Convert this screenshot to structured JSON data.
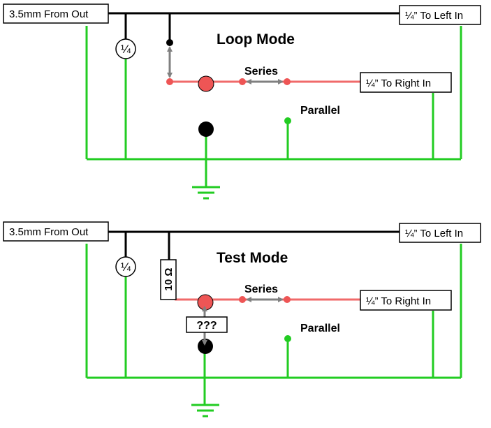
{
  "colors": {
    "black_wire": "#000000",
    "red_wire": "#f06a6a",
    "green_wire": "#22cc22",
    "switch_arrow": "#808080",
    "red_node": "#ee5555",
    "box_border": "#000000",
    "box_fill": "#ffffff"
  },
  "loop_panel": {
    "title": "Loop Mode",
    "source_label": "3.5mm From Out",
    "left_out_label": "¼” To Left In",
    "right_out_label": "¼” To Right In",
    "series_label": "Series",
    "parallel_label": "Parallel",
    "plug_label": "¼"
  },
  "test_panel": {
    "title": "Test Mode",
    "source_label": "3.5mm From Out",
    "left_out_label": "¼” To Left In",
    "right_out_label": "¼” To Right In",
    "series_label": "Series",
    "parallel_label": "Parallel",
    "plug_label": "¼",
    "resistor_label": "10 Ω",
    "unknown_label": "???"
  }
}
